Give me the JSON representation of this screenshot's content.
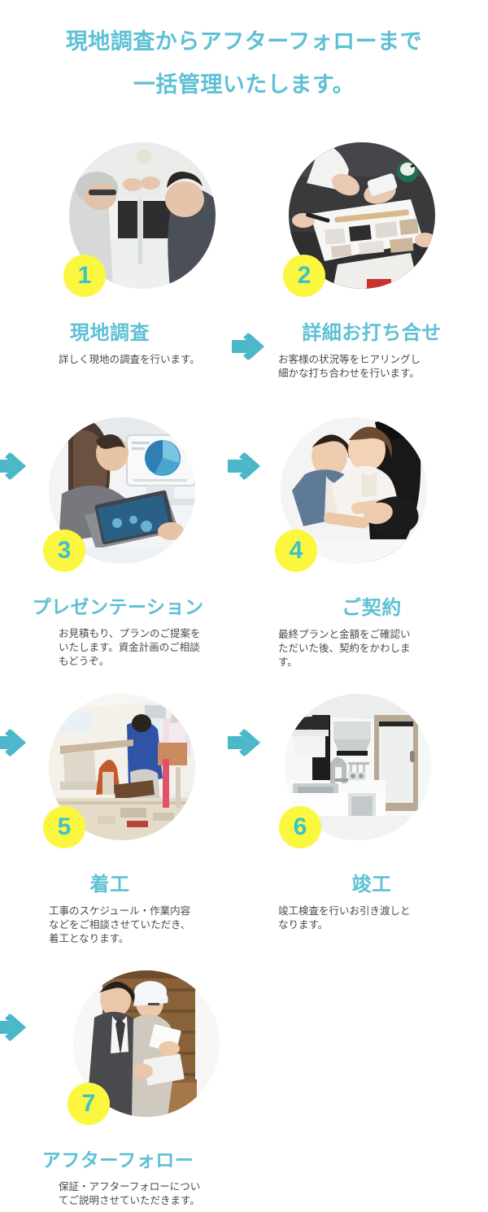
{
  "title": {
    "line1": "現地調査からアフターフォローまで",
    "line2": "一括管理いたします。",
    "text_color": "#5dc0d4",
    "highlight_color": "#fbf73f"
  },
  "theme": {
    "accent_teal": "#5dc0d4",
    "badge_yellow": "#fbf73f",
    "badge_number_color": "#3ec2c9",
    "body_text_color": "#4a4a4a",
    "background": "#ffffff"
  },
  "steps": [
    {
      "number": "1",
      "title": "現地調査",
      "body": "詳しく現地の調査を行います。",
      "image_alt": "現地調査 メジャーで寸法を測る作業員と男性"
    },
    {
      "number": "2",
      "title": "詳細お打ち合せ",
      "body": "お客様の状況等をヒアリングし\n細かな打ち合わせを行います。",
      "image_alt": "詳細お打ち合せ カタログを広げた打ち合わせ机"
    },
    {
      "number": "3",
      "title": "プレゼンテーション",
      "body": "お見積もり、プランのご提案を\nいたします。資金計画のご相談\nもどうぞ。",
      "image_alt": "プレゼンテーション パソコンで資料を作る女性"
    },
    {
      "number": "4",
      "title": "ご契約",
      "body": "最終プランと金額をご確認い\nただいた後、契約をかわしま\nす。",
      "image_alt": "ご契約 握手をする営業担当と顧客"
    },
    {
      "number": "5",
      "title": "着工",
      "body": "工事のスケジュール・作業内容\nなどをご相談させていただき、\n着工となります。",
      "image_alt": "着工 室内で内装工事をする作業員"
    },
    {
      "number": "6",
      "title": "竣工",
      "body": "竣工検査を行いお引き渡しと\nなります。",
      "image_alt": "竣工 完成した白いキッチン"
    },
    {
      "number": "7",
      "title": "アフターフォロー",
      "body": "保証・アフターフォローについ\nてご説明させていただきます。",
      "image_alt": "アフターフォロー 書類を持つ担当者二名"
    }
  ],
  "arrows": {
    "icon": "double-arrow-right-icon",
    "color": "#4cb7c9",
    "count": 6
  }
}
